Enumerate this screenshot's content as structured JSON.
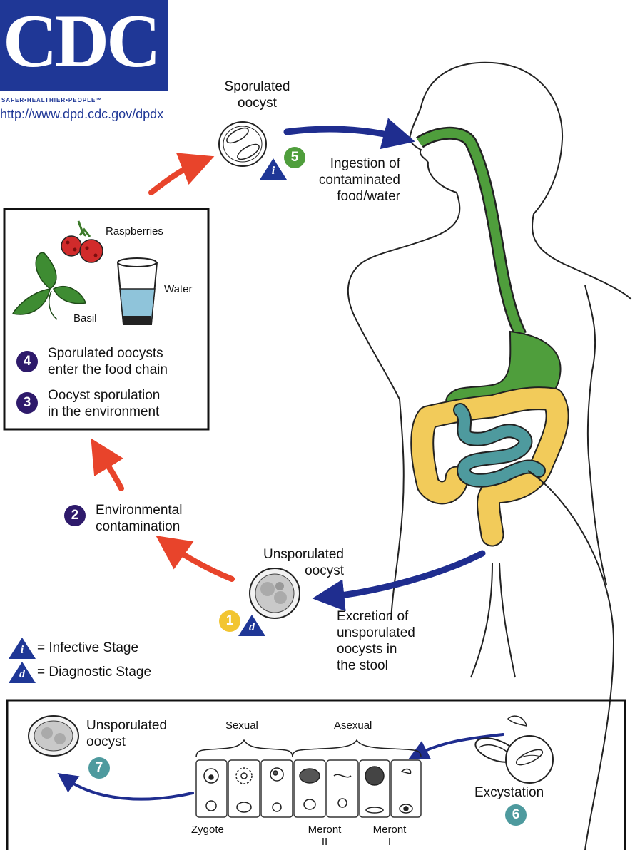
{
  "logo": {
    "text": "CDC",
    "tagline": "SAFER•HEALTHIER•PEOPLE™",
    "url": "http://www.dpd.cdc.gov/dpdx"
  },
  "colors": {
    "cdc_blue": "#1f3796",
    "stage_purple": "#2e1a6b",
    "stage_green": "#4f9e3c",
    "stage_yellow": "#f2c531",
    "stage_teal": "#4e9a9e",
    "arrow_red": "#e8442b",
    "arrow_blue": "#1f2d8f",
    "gi_green": "#4f9e3c",
    "colon_yellow": "#f2cb5a",
    "intestine_teal": "#4e9a9e"
  },
  "stages": {
    "s5": {
      "num": "5",
      "text": "Ingestion of\ncontaminated\nfood/water"
    },
    "s4": {
      "num": "4",
      "text": "Sporulated oocysts\nenter the food chain"
    },
    "s3": {
      "num": "3",
      "text": "Oocyst sporulation\nin the environment"
    },
    "s2": {
      "num": "2",
      "text": "Environmental\ncontamination"
    },
    "s1": {
      "num": "1"
    },
    "s6": {
      "num": "6",
      "text": "Excystation"
    },
    "s7": {
      "num": "7",
      "text": "Unsporulated\noocyst"
    }
  },
  "labels": {
    "sporulated_oocyst": "Sporulated\noocyst",
    "unsporulated_oocyst": "Unsporulated\noocyst",
    "excretion": "Excretion of\nunsporulated\noocysts in\nthe stool",
    "raspberries": "Raspberries",
    "water": "Water",
    "basil": "Basil",
    "sexual": "Sexual",
    "asexual": "Asexual",
    "zygote": "Zygote",
    "meront_2": "Meront\nII",
    "meront_1": "Meront\nI"
  },
  "legend": {
    "infective_symbol": "i",
    "infective_text": "= Infective Stage",
    "diagnostic_symbol": "d",
    "diagnostic_text": "= Diagnostic Stage"
  }
}
